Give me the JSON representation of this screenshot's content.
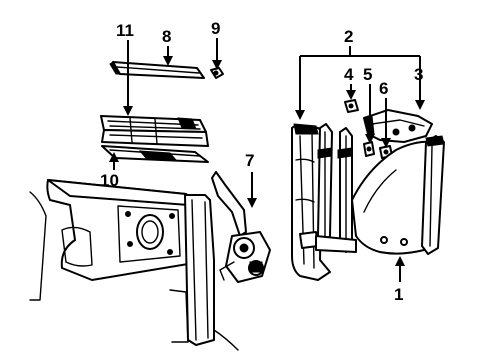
{
  "callouts": {
    "n1": "1",
    "n2": "2",
    "n3": "3",
    "n4": "4",
    "n5": "5",
    "n6": "6",
    "n7": "7",
    "n8": "8",
    "n9": "9",
    "n10": "10",
    "n11": "11"
  },
  "colors": {
    "ink": "#000000",
    "paper": "#ffffff"
  }
}
